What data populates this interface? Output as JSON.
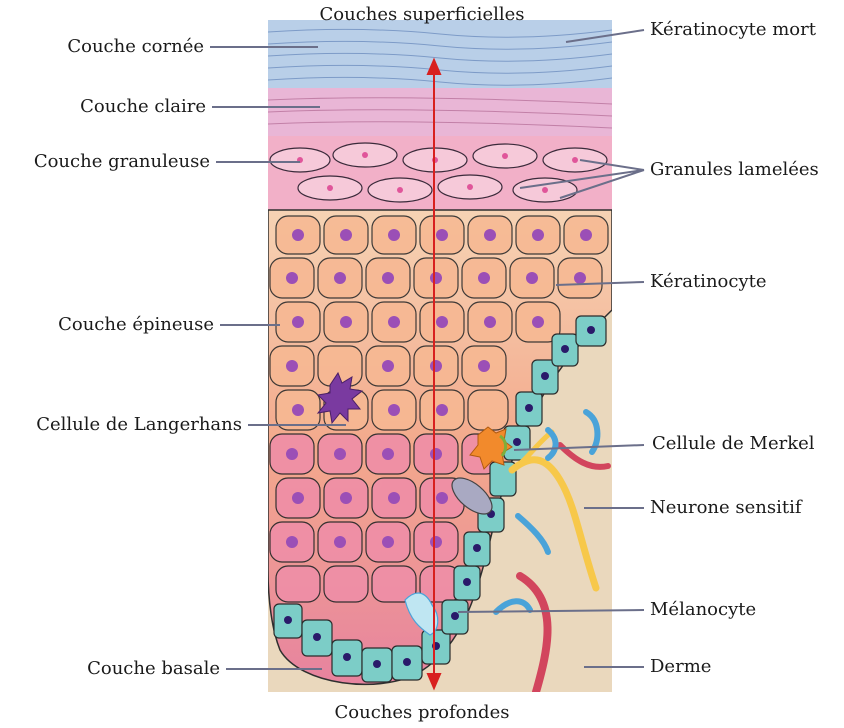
{
  "axis": {
    "top_label": "Couches superficielles",
    "bottom_label": "Couches profondes"
  },
  "left_labels": [
    "Couche cornée",
    "Couche claire",
    "Couche granuleuse",
    "Couche épineuse",
    "Cellule de Langerhans",
    "Couche basale"
  ],
  "right_labels": [
    "Kératinocyte mort",
    "Granules lamelées",
    "Kératinocyte",
    "Cellule de Merkel",
    "Neurone sensitif",
    "Mélanocyte",
    "Derme"
  ],
  "colors": {
    "corneum": "#b9cfe8",
    "lucidum": "#e9b6d6",
    "granulosum": "#f2b0c8",
    "spinosum": "#f3a98c",
    "basal": "#e88aa3",
    "dermis": "#ead8bd",
    "basal_cells": "#7ccdc7",
    "nucleus": "#9b4fb6",
    "arrow": "#d8201f",
    "merkel": "#f28a2c",
    "neuron": "#f7c84a",
    "vessel": "#d2455d",
    "vessel_blue": "#4aa3d9"
  }
}
